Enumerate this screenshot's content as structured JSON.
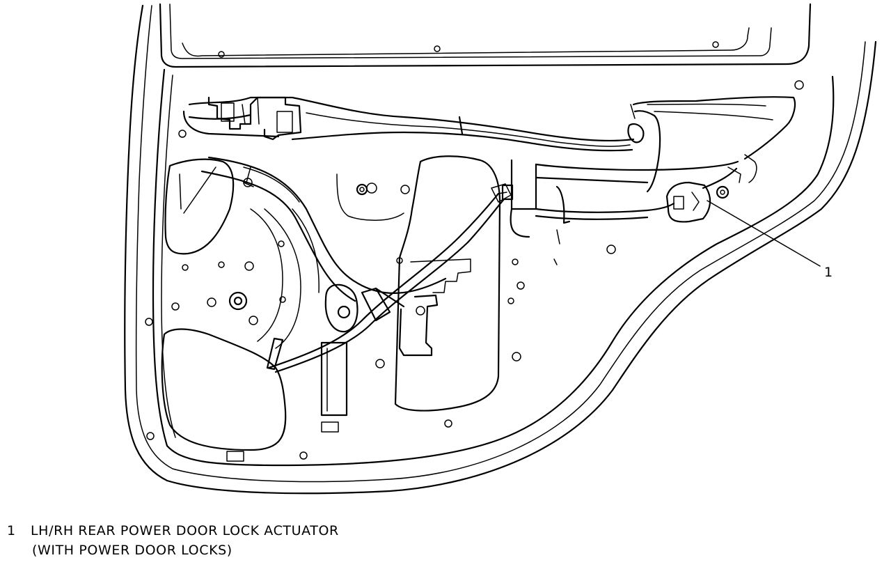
{
  "callouts": [
    {
      "number": "1"
    }
  ],
  "legend": [
    {
      "number": "1",
      "line1": "LH/RH REAR POWER DOOR LOCK ACTUATOR",
      "line2": "(WITH POWER DOOR LOCKS)"
    }
  ],
  "icons": {
    "door": "door-panel-illustration",
    "actuator": "power-door-lock-actuator-illustration"
  }
}
